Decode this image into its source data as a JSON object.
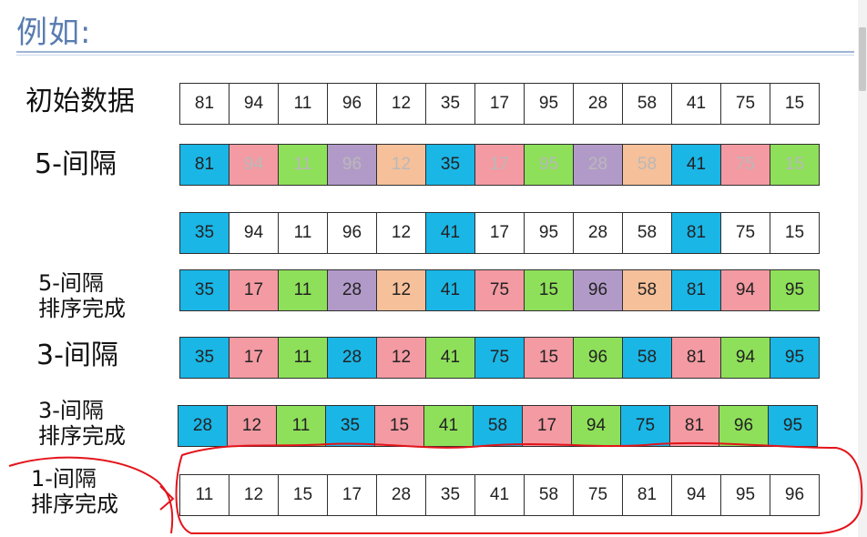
{
  "title": "例如:",
  "colors": {
    "blue": "#1ab6e6",
    "pink": "#f39aa2",
    "green": "#8ee05a",
    "purple": "#b29ac8",
    "orange": "#f6c09a",
    "white": "#ffffff",
    "ink": "#e3141b"
  },
  "rows": [
    {
      "label": "初始数据",
      "values": [
        "81",
        "94",
        "11",
        "96",
        "12",
        "35",
        "17",
        "95",
        "28",
        "58",
        "41",
        "75",
        "15"
      ],
      "colors": [
        "white",
        "white",
        "white",
        "white",
        "white",
        "white",
        "white",
        "white",
        "white",
        "white",
        "white",
        "white",
        "white"
      ],
      "faded": [
        false,
        false,
        false,
        false,
        false,
        false,
        false,
        false,
        false,
        false,
        false,
        false,
        false
      ]
    },
    {
      "label": "5-间隔",
      "values": [
        "81",
        "94",
        "11",
        "96",
        "12",
        "35",
        "17",
        "95",
        "28",
        "58",
        "41",
        "75",
        "15"
      ],
      "colors": [
        "blue",
        "pink",
        "green",
        "purple",
        "orange",
        "blue",
        "pink",
        "green",
        "purple",
        "orange",
        "blue",
        "pink",
        "green"
      ],
      "faded": [
        false,
        true,
        true,
        true,
        true,
        false,
        true,
        true,
        true,
        true,
        false,
        true,
        true
      ]
    },
    {
      "label": "",
      "values": [
        "35",
        "94",
        "11",
        "96",
        "12",
        "41",
        "17",
        "95",
        "28",
        "58",
        "81",
        "75",
        "15"
      ],
      "colors": [
        "blue",
        "white",
        "white",
        "white",
        "white",
        "blue",
        "white",
        "white",
        "white",
        "white",
        "blue",
        "white",
        "white"
      ],
      "faded": [
        false,
        false,
        false,
        false,
        false,
        false,
        false,
        false,
        false,
        false,
        false,
        false,
        false
      ]
    },
    {
      "label": "5-间隔\n排序完成",
      "values": [
        "35",
        "17",
        "11",
        "28",
        "12",
        "41",
        "75",
        "15",
        "96",
        "58",
        "81",
        "94",
        "95"
      ],
      "colors": [
        "blue",
        "pink",
        "green",
        "purple",
        "orange",
        "blue",
        "pink",
        "green",
        "purple",
        "orange",
        "blue",
        "pink",
        "green"
      ],
      "faded": [
        false,
        false,
        false,
        false,
        false,
        false,
        false,
        false,
        false,
        false,
        false,
        false,
        false
      ]
    },
    {
      "label": "3-间隔",
      "values": [
        "35",
        "17",
        "11",
        "28",
        "12",
        "41",
        "75",
        "15",
        "96",
        "58",
        "81",
        "94",
        "95"
      ],
      "colors": [
        "blue",
        "pink",
        "green",
        "blue",
        "pink",
        "green",
        "blue",
        "pink",
        "green",
        "blue",
        "pink",
        "green",
        "blue"
      ],
      "faded": [
        false,
        false,
        false,
        false,
        false,
        false,
        false,
        false,
        false,
        false,
        false,
        false,
        false
      ]
    },
    {
      "label": "3-间隔\n排序完成",
      "values": [
        "28",
        "12",
        "11",
        "35",
        "15",
        "41",
        "58",
        "17",
        "94",
        "75",
        "81",
        "96",
        "95"
      ],
      "colors": [
        "blue",
        "pink",
        "green",
        "blue",
        "pink",
        "green",
        "blue",
        "pink",
        "green",
        "blue",
        "pink",
        "green",
        "blue"
      ],
      "faded": [
        false,
        false,
        false,
        false,
        false,
        false,
        false,
        false,
        false,
        false,
        false,
        false,
        false
      ]
    },
    {
      "label": "1-间隔\n排序完成",
      "values": [
        "11",
        "12",
        "15",
        "17",
        "28",
        "35",
        "41",
        "58",
        "75",
        "81",
        "94",
        "95",
        "96"
      ],
      "colors": [
        "white",
        "white",
        "white",
        "white",
        "white",
        "white",
        "white",
        "white",
        "white",
        "white",
        "white",
        "white",
        "white"
      ],
      "faded": [
        false,
        false,
        false,
        false,
        false,
        false,
        false,
        false,
        false,
        false,
        false,
        false,
        false
      ]
    }
  ]
}
